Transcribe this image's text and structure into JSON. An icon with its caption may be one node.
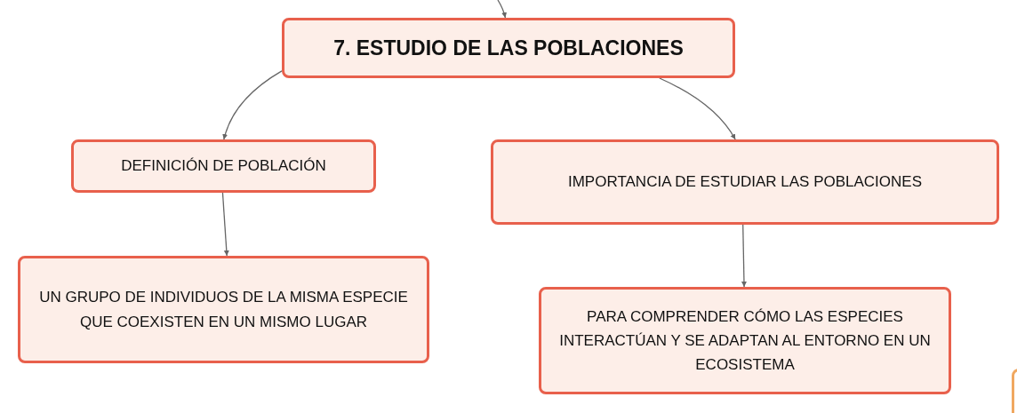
{
  "diagram": {
    "nodes": [
      {
        "text": [
          "7. ESTUDIO DE LAS POBLACIONES"
        ]
      },
      {
        "text": [
          "DEFINICIÓN DE POBLACIÓN"
        ]
      },
      {
        "text": [
          "IMPORTANCIA DE ESTUDIAR LAS POBLACIONES"
        ]
      },
      {
        "text": [
          "UN GRUPO DE INDIVIDUOS DE LA MISMA ESPECIE QUE COEXISTEN EN UN MISMO LUGAR"
        ]
      },
      {
        "text": [
          "PARA COMPRENDER CÓMO LAS ESPECIES INTERACTÚAN Y SE ADAPTAN AL ENTORNO EN UN ECOSISTEMA"
        ]
      },
      {
        "text": [],
        "shape": "box"
      }
    ],
    "edges": [
      {
        "from": null,
        "to": 0,
        "arrow": "to"
      },
      {
        "from": 0,
        "to": 1,
        "arrow": "to"
      },
      {
        "from": 0,
        "to": 2,
        "arrow": "to"
      },
      {
        "from": 1,
        "to": 3,
        "arrow": "to"
      },
      {
        "from": 2,
        "to": 4,
        "arrow": "to"
      }
    ]
  }
}
